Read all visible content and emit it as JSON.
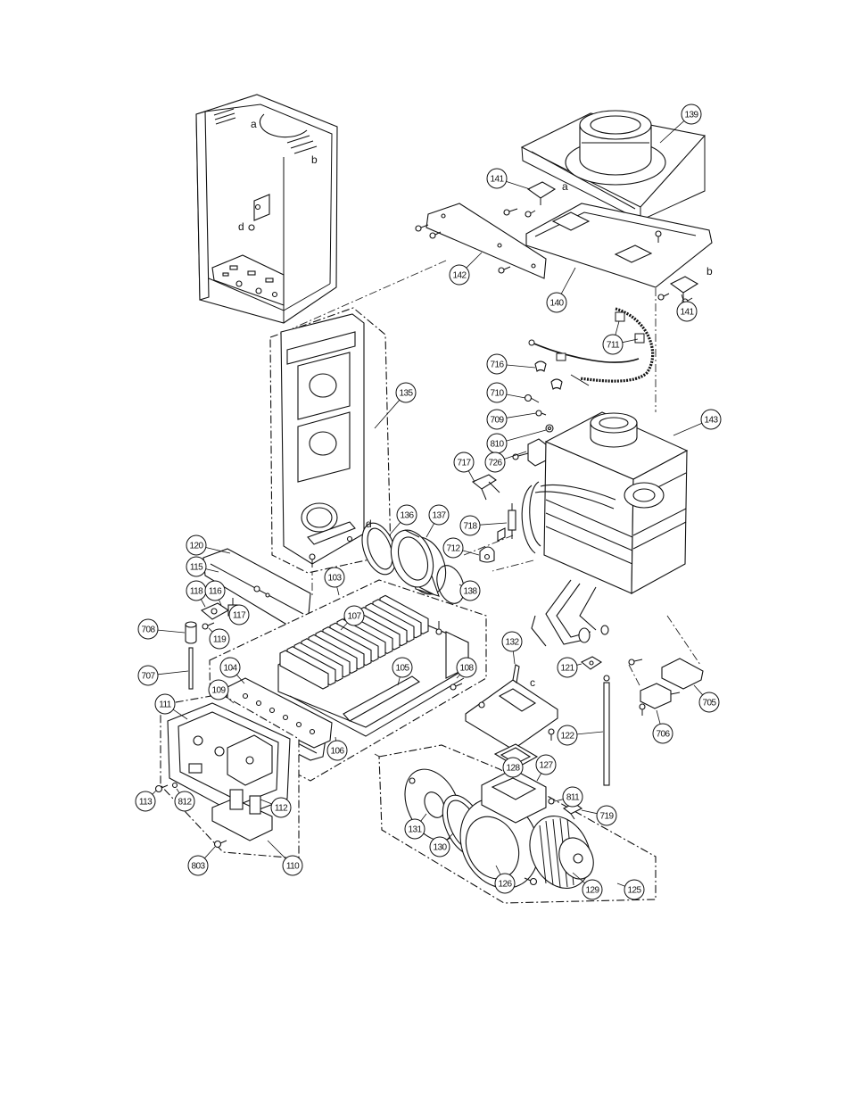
{
  "callouts": {
    "p139": "139",
    "p141a": "141",
    "p142": "142",
    "p140": "140",
    "p141b": "141",
    "p711": "711",
    "p716": "716",
    "p710": "710",
    "p709": "709",
    "p143": "143",
    "p810": "810",
    "p726": "726",
    "p717": "717",
    "p135": "135",
    "p136": "136",
    "p137": "137",
    "p718": "718",
    "p712": "712",
    "p138": "138",
    "p120": "120",
    "p115": "115",
    "p103": "103",
    "p118": "118",
    "p116": "116",
    "p117": "117",
    "p119": "119",
    "p708": "708",
    "p107": "107",
    "p132": "132",
    "p104": "104",
    "p105": "105",
    "p108": "108",
    "p707": "707",
    "p121": "121",
    "p109": "109",
    "p705": "705",
    "p111": "111",
    "p106": "106",
    "p122": "122",
    "p706": "706",
    "p128": "128",
    "p127": "127",
    "p113": "113",
    "p812": "812",
    "p112": "112",
    "p811": "811",
    "p719": "719",
    "p131": "131",
    "p130": "130",
    "p110": "110",
    "p803": "803",
    "p126": "126",
    "p129": "129",
    "p125": "125"
  },
  "connection_letters": {
    "a1": "a",
    "b1": "b",
    "d1": "d",
    "a2": "a",
    "b2": "b",
    "d2": "d",
    "c1": "c"
  }
}
